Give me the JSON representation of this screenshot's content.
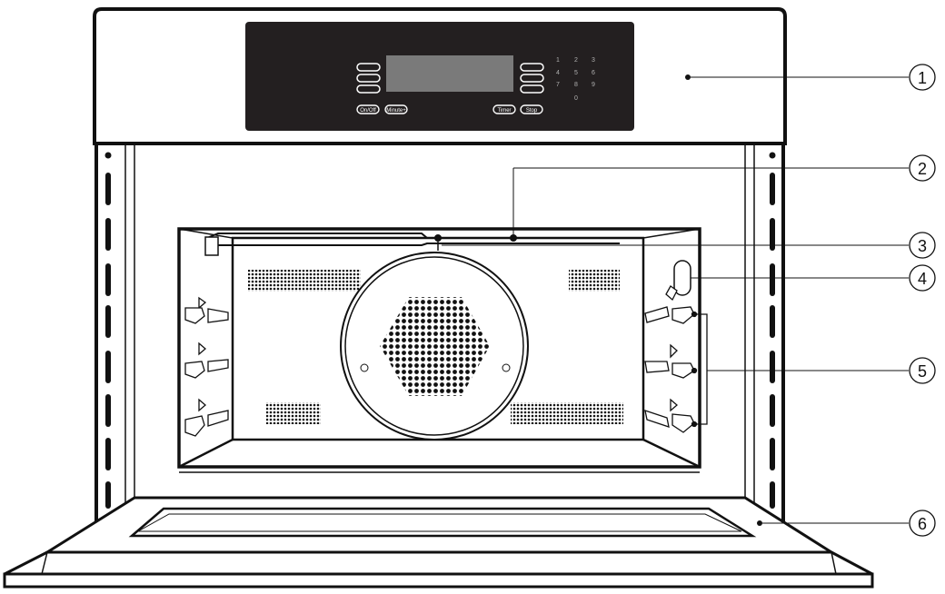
{
  "diagram": {
    "subject": "Built-in speed oven front view",
    "colors": {
      "line": "#111111",
      "background": "#ffffff",
      "control_panel": "#231f20",
      "display": "#7a7a7a",
      "keypad_text": "#b0b0b0"
    },
    "control_panel": {
      "buttons": [
        {
          "label": "On/Off"
        },
        {
          "label": "Minute+"
        },
        {
          "label": "Timer"
        },
        {
          "label": "Stop"
        }
      ],
      "left_soft_keys": 3,
      "right_soft_keys": 3,
      "keypad": [
        "1",
        "2",
        "3",
        "4",
        "5",
        "6",
        "7",
        "8",
        "9",
        "0"
      ]
    },
    "callouts": [
      {
        "number": "1",
        "label": "1"
      },
      {
        "number": "2",
        "label": "2"
      },
      {
        "number": "3",
        "label": "3"
      },
      {
        "number": "4",
        "label": "4"
      },
      {
        "number": "5",
        "label": "5"
      },
      {
        "number": "6",
        "label": "6"
      }
    ]
  }
}
